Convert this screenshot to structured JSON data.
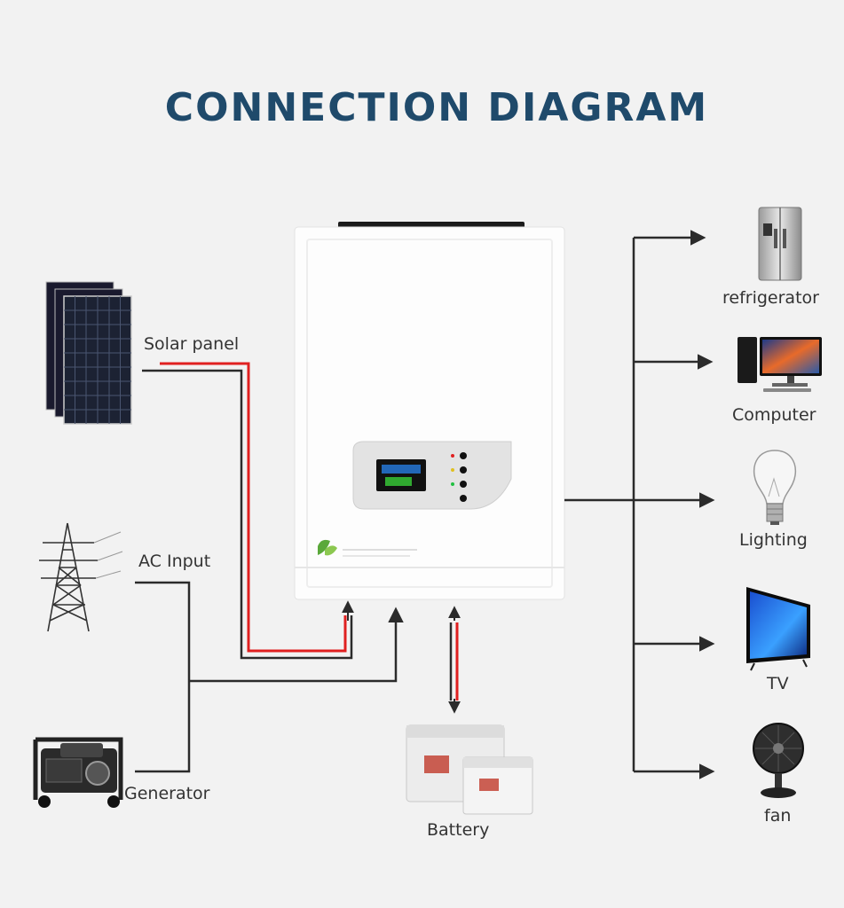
{
  "title": "CONNECTION DIAGRAM",
  "inputs": {
    "solar": "Solar panel",
    "ac": "AC Input",
    "generator": "Generator"
  },
  "battery": "Battery",
  "loads": {
    "refrigerator": "refrigerator",
    "computer": "Computer",
    "lighting": "Lighting",
    "tv": "TV",
    "fan": "fan"
  },
  "colors": {
    "title": "#1f4a6b",
    "wire_dark": "#2b2b2b",
    "wire_red": "#e02020"
  }
}
